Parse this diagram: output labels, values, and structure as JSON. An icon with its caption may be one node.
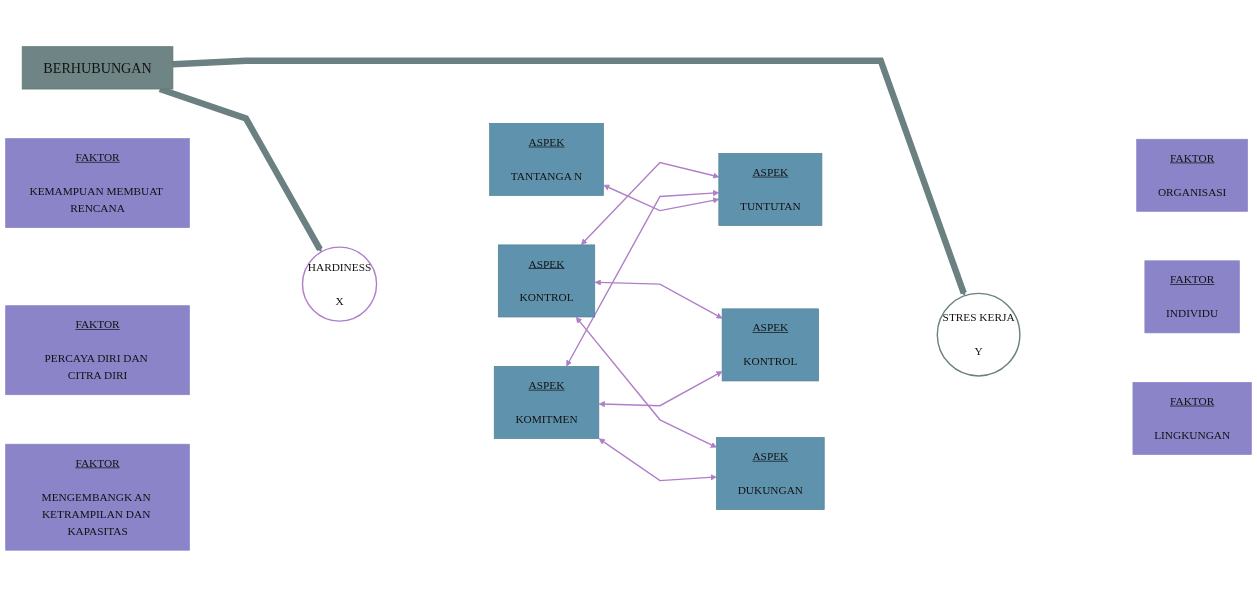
{
  "diagram": {
    "nodes": [
      {
        "text": [
          "FAKTOR",
          "KEMAMPUAN MEMBUAT RENCANA"
        ]
      },
      {
        "text": [
          "FAKTOR",
          "PERCAYA DIRI DAN CITRA DIRI"
        ]
      },
      {
        "text": [
          "FAKTOR",
          "MENGEMBANGK AN KETRAMPILAN DAN KAPASITAS"
        ]
      },
      {
        "text": [
          "HARDINESS",
          "X"
        ]
      },
      {
        "text": [
          "ASPEK",
          "KONTROL"
        ]
      },
      {
        "text": [
          "ASPEK",
          "KOMITMEN"
        ]
      },
      {
        "text": [
          "ASPEK",
          "TANTANGA N"
        ]
      },
      {
        "text": [
          "ASPEK",
          "TUNTUTAN"
        ]
      },
      {
        "text": [
          "ASPEK",
          "KONTROL"
        ]
      },
      {
        "text": [
          "ASPEK",
          "DUKUNGAN"
        ]
      },
      {
        "text": [
          "STRES KERJA",
          "Y"
        ]
      },
      {
        "text": [
          "FAKTOR",
          "ORGANISASI"
        ]
      },
      {
        "text": [
          "FAKTOR",
          "INDIVIDU"
        ]
      },
      {
        "text": [
          "FAKTOR",
          "LINGKUNGAN"
        ]
      },
      {
        "text": [
          "BERHUBUNGAN"
        ]
      }
    ],
    "edges": [
      {
        "from": 4,
        "to": 7,
        "arrow": "both"
      },
      {
        "from": 4,
        "to": 8,
        "arrow": "both"
      },
      {
        "from": 5,
        "to": 7,
        "arrow": "both"
      },
      {
        "from": 4,
        "to": 9,
        "arrow": "both"
      },
      {
        "from": 6,
        "to": 7,
        "arrow": "both"
      },
      {
        "from": 5,
        "to": 8,
        "arrow": "both"
      },
      {
        "from": 5,
        "to": 9,
        "arrow": "both"
      },
      {
        "from": 14,
        "to": 3,
        "arrow": "to",
        "style": "thick",
        "color": "#6b8080"
      },
      {
        "from": 14,
        "to": 10,
        "arrow": "to",
        "style": "thick",
        "color": "#6b8080"
      }
    ]
  }
}
